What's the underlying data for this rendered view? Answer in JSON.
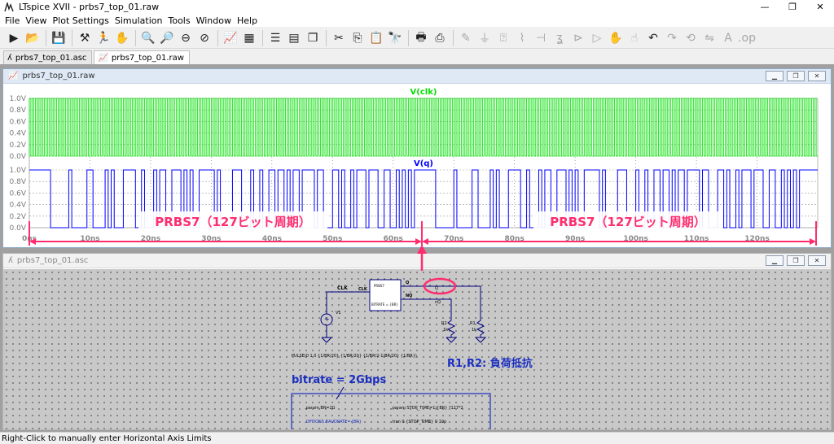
{
  "window": {
    "title": "LTspice XVII - prbs7_top_01.raw",
    "min": "—",
    "max": "❐",
    "close": "✕"
  },
  "menu": [
    "File",
    "View",
    "Plot Settings",
    "Simulation",
    "Tools",
    "Window",
    "Help"
  ],
  "tabs": [
    {
      "label": "prbs7_top_01.asc",
      "active": false
    },
    {
      "label": "prbs7_top_01.raw",
      "active": true
    }
  ],
  "waveform_window": {
    "title": "prbs7_top_01.raw",
    "traces": [
      {
        "name": "V(clk)",
        "color": "#00e000"
      },
      {
        "name": "V(q)",
        "color": "#0000ff"
      }
    ],
    "y_ticks": [
      "1.0V",
      "0.8V",
      "0.6V",
      "0.4V",
      "0.2V",
      "0.0V"
    ],
    "x_ticks": [
      "0ns",
      "10ns",
      "20ns",
      "30ns",
      "40ns",
      "50ns",
      "60ns",
      "70ns",
      "80ns",
      "90ns",
      "100ns",
      "110ns",
      "120ns"
    ]
  },
  "chart_data": [
    {
      "type": "line",
      "title": "V(clk)",
      "xlabel": "",
      "ylabel": "",
      "x_unit": "ns",
      "xlim": [
        0,
        130
      ],
      "ylim": [
        0,
        1.0
      ],
      "series": [
        {
          "name": "V(clk)",
          "color": "#00e000",
          "period_ns": 0.5,
          "low": 0,
          "high": 1.0
        }
      ]
    },
    {
      "type": "line",
      "title": "V(q)",
      "xlabel": "",
      "ylabel": "",
      "x_unit": "ns",
      "xlim": [
        0,
        130
      ],
      "ylim": [
        0,
        1.0
      ],
      "series": [
        {
          "name": "V(q)",
          "color": "#0000ff",
          "bit_period_ns": 0.5,
          "bits": "1111111000000100000110000101000111100100010110011101010011111010000111000100100110110101101111011000110100101110111001100101010"
        }
      ]
    }
  ],
  "annotations": {
    "period_left": "PRBS7（127ビット周期）",
    "period_right": "PRBS7（127ビット周期）",
    "color": "#ff2d6e"
  },
  "schematic_window": {
    "title": "prbs7_top_01.asc",
    "labels": {
      "clk_net": "CLK",
      "clk_pin": "CLK",
      "q_pin": "Q",
      "nq_pin": "NQ",
      "q_net": "Q",
      "nq_net": "nQ",
      "block_name": "PRBS7",
      "block_param": "BITRATE = {BR}",
      "v1": "V1",
      "r2": "R2",
      "r2_val": "1k",
      "r1": "R1",
      "r1_val": "1k",
      "pulse": "PULSE(0 1 0 {1/BR/20} {1/BR/20} {1/BR/2-1/BR/20} {1/BR})",
      "resistors_note": "R1,R2: 負荷抵抗",
      "bitrate_note": "bitrate = 2Gbps",
      "param_br": ".param BR=2G",
      "param_stop": ".param STOP_TIME=1/{BR} *127*2",
      "options": ".OPTIONS BAUDRATE={BR}",
      "tran": ".tran 0 {STOP_TIME} 0 10p"
    }
  },
  "status": "Right-Click to manually enter Horizontal Axis Limits"
}
